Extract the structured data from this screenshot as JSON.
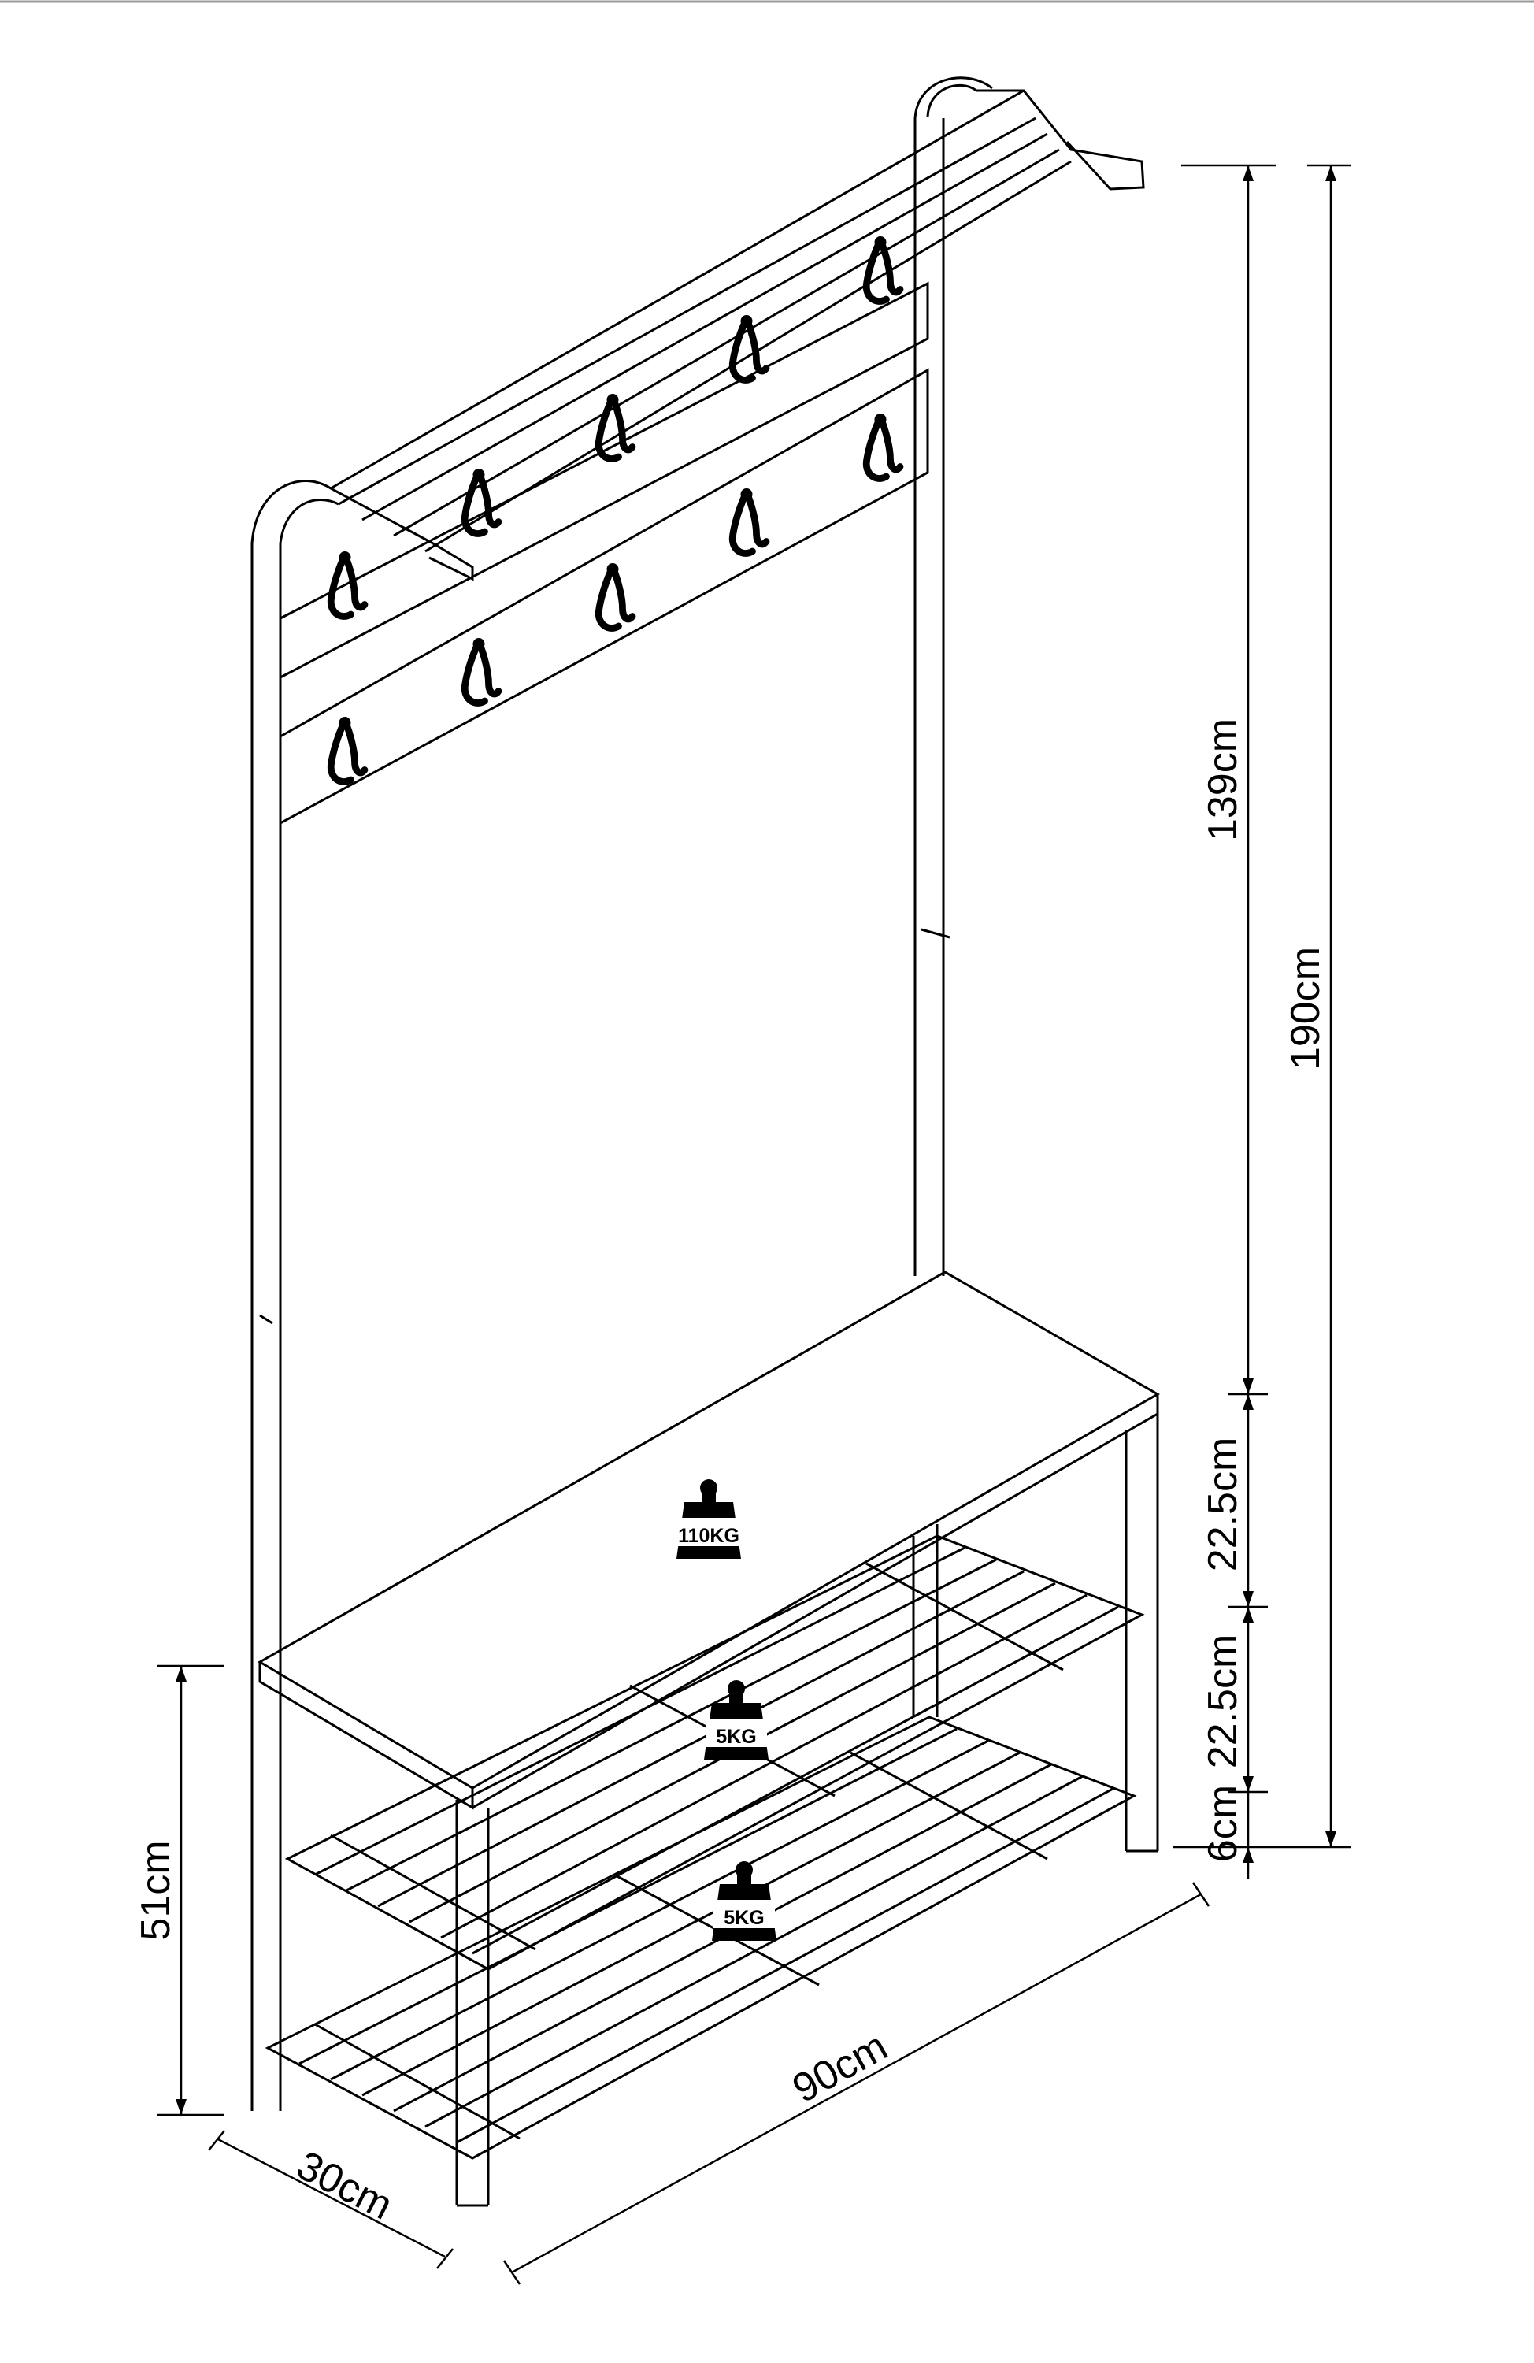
{
  "dimensions": {
    "top_section": "139cm",
    "total_height": "190cm",
    "bench_to_shelf1": "22.5cm",
    "shelf1_to_shelf2": "22.5cm",
    "bottom_clearance": "6cm",
    "bench_height": "51cm",
    "width": "90cm",
    "depth": "30cm"
  },
  "loads": {
    "bench": "110KG",
    "shelf_upper": "5KG",
    "shelf_lower": "5KG"
  },
  "icons": {
    "coat_hook": "coat-hook-icon",
    "weight": "weight-icon"
  }
}
